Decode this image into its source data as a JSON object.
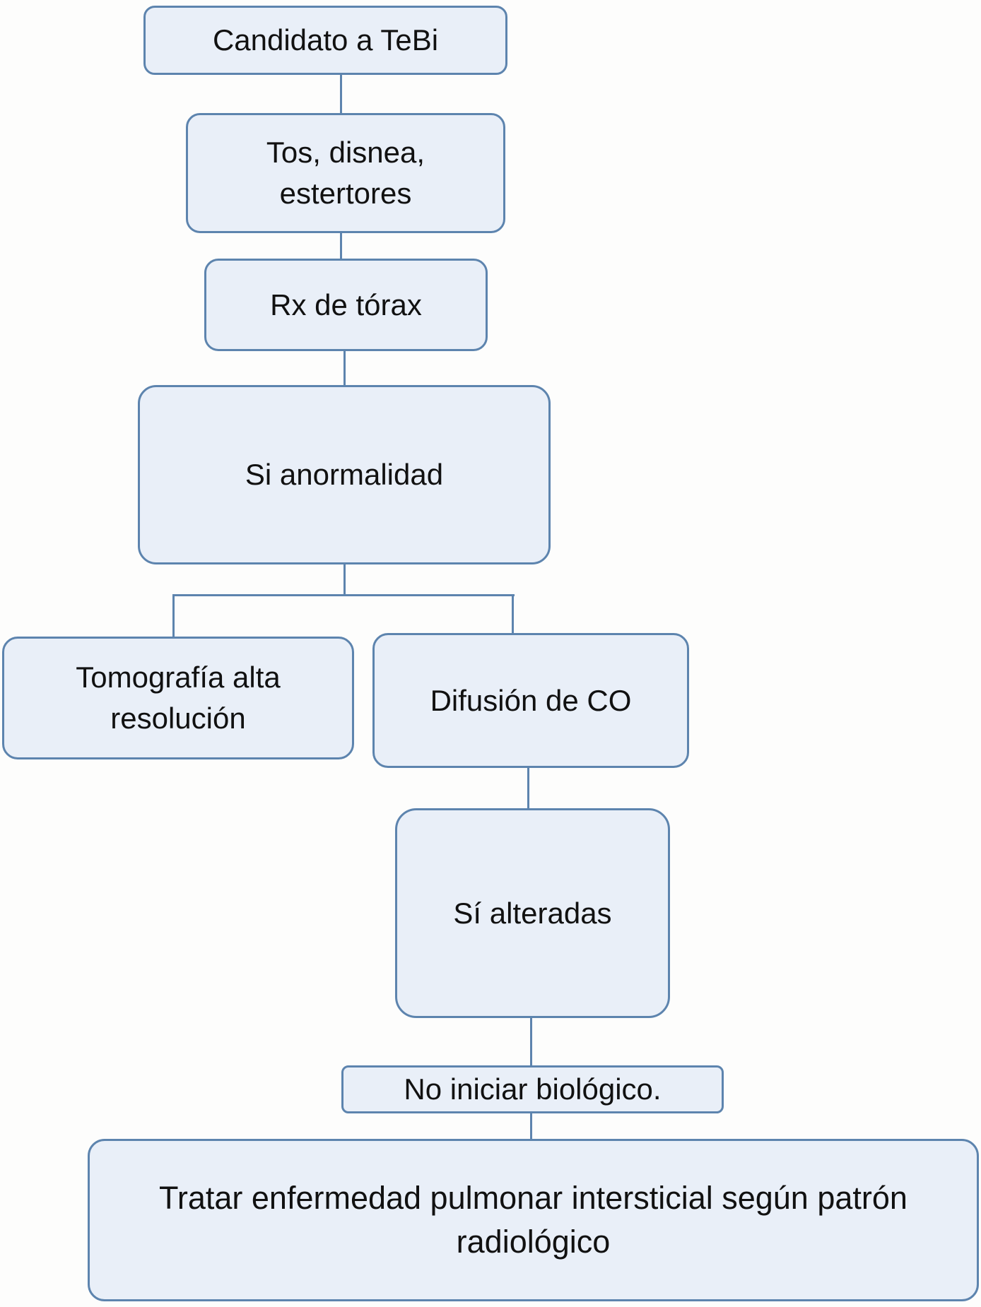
{
  "diagram": {
    "type": "flowchart",
    "background_color": "#fdfdfc",
    "node_fill_color": "#e9eff8",
    "node_border_color": "#5d84ae",
    "connector_color": "#5d84ae",
    "text_color": "#111111",
    "nodes": [
      {
        "id": "candidato-tebi",
        "label": "Candidato a TeBi"
      },
      {
        "id": "tos-disnea-estertores",
        "label": "Tos, disnea,\nestertores"
      },
      {
        "id": "rx-de-torax",
        "label": "Rx de tórax"
      },
      {
        "id": "si-anormalidad",
        "label": "Si anormalidad"
      },
      {
        "id": "tomografia-alta-resolucion",
        "label": "Tomografía alta\nresolución"
      },
      {
        "id": "difusion-de-co",
        "label": "Difusión de CO"
      },
      {
        "id": "si-alteradas",
        "label": "Sí alteradas"
      },
      {
        "id": "no-iniciar-biologico",
        "label": "No iniciar biológico."
      },
      {
        "id": "tratar-enfermedad",
        "label": "Tratar enfermedad pulmonar intersticial según patrón\nradiológico"
      }
    ],
    "edges": [
      {
        "from": "candidato-tebi",
        "to": "tos-disnea-estertores"
      },
      {
        "from": "tos-disnea-estertores",
        "to": "rx-de-torax"
      },
      {
        "from": "rx-de-torax",
        "to": "si-anormalidad"
      },
      {
        "from": "si-anormalidad",
        "to": "tomografia-alta-resolucion"
      },
      {
        "from": "si-anormalidad",
        "to": "difusion-de-co"
      },
      {
        "from": "difusion-de-co",
        "to": "si-alteradas"
      },
      {
        "from": "si-alteradas",
        "to": "no-iniciar-biologico"
      },
      {
        "from": "no-iniciar-biologico",
        "to": "tratar-enfermedad"
      }
    ]
  }
}
